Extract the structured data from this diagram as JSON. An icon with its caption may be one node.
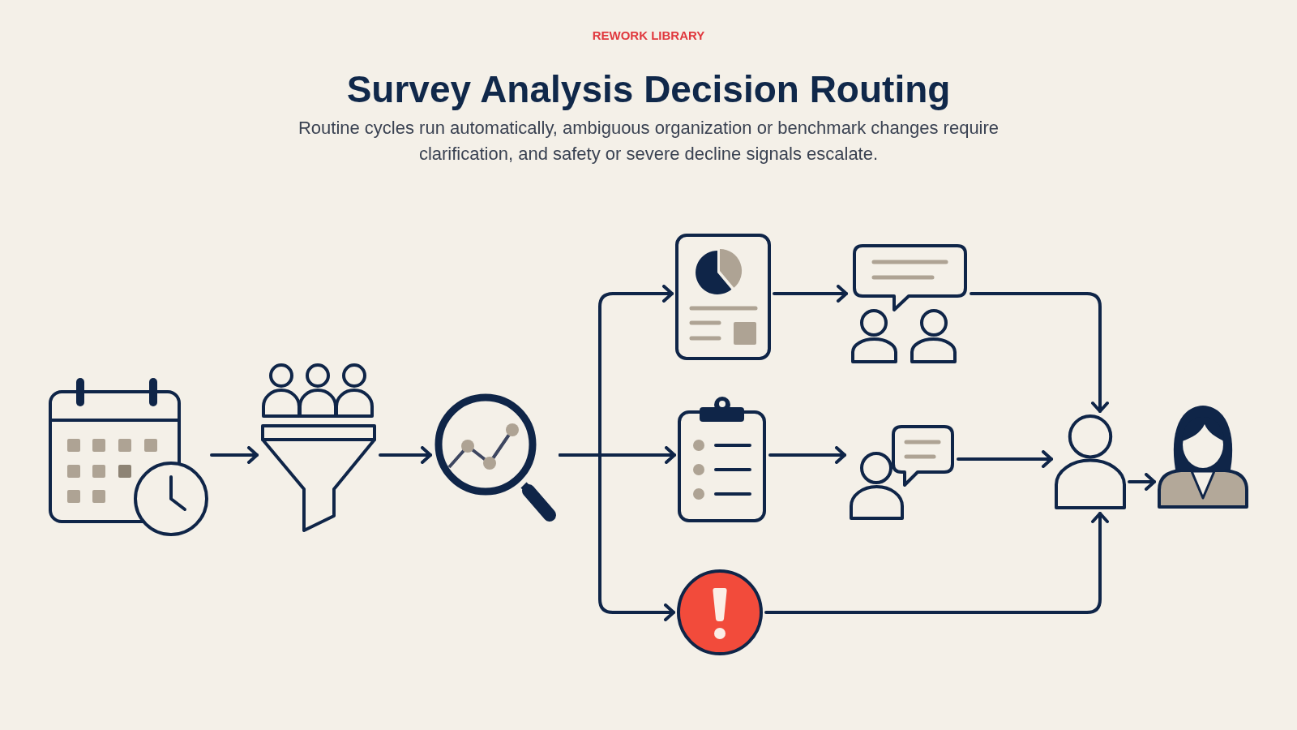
{
  "diagram": {
    "title": "Survey Analysis Decision Routing",
    "labels": [
      "REWORK LIBRARY",
      "Routine cycles run automatically, ambiguous organization or benchmark changes require clarification, and safety or severe decline signals escalate."
    ],
    "nodes": [
      {
        "text": [],
        "shape": "picture"
      },
      {
        "text": [],
        "shape": "picture"
      },
      {
        "text": [],
        "shape": "picture"
      },
      {
        "text": [],
        "shape": "picture"
      },
      {
        "text": [],
        "shape": "picture"
      },
      {
        "text": [],
        "shape": "picture"
      },
      {
        "text": [],
        "shape": "picture"
      },
      {
        "text": [],
        "shape": "picture"
      },
      {
        "text": [],
        "shape": "person"
      },
      {
        "text": [],
        "shape": "picture"
      }
    ],
    "edges": [
      {
        "from": 0,
        "to": 1,
        "arrow": "to"
      },
      {
        "from": 1,
        "to": 2,
        "arrow": "to"
      },
      {
        "from": 2,
        "to": 3,
        "arrow": "to"
      },
      {
        "from": 2,
        "to": 5,
        "arrow": "to"
      },
      {
        "from": 2,
        "to": 7,
        "arrow": "to"
      },
      {
        "from": 3,
        "to": 4,
        "arrow": "to"
      },
      {
        "from": 5,
        "to": 6,
        "arrow": "to"
      },
      {
        "from": 6,
        "to": 8,
        "arrow": "to"
      },
      {
        "from": 4,
        "to": 8,
        "arrow": "to"
      },
      {
        "from": 7,
        "to": 8,
        "arrow": "to"
      },
      {
        "from": 8,
        "to": 9,
        "arrow": "to"
      }
    ]
  }
}
